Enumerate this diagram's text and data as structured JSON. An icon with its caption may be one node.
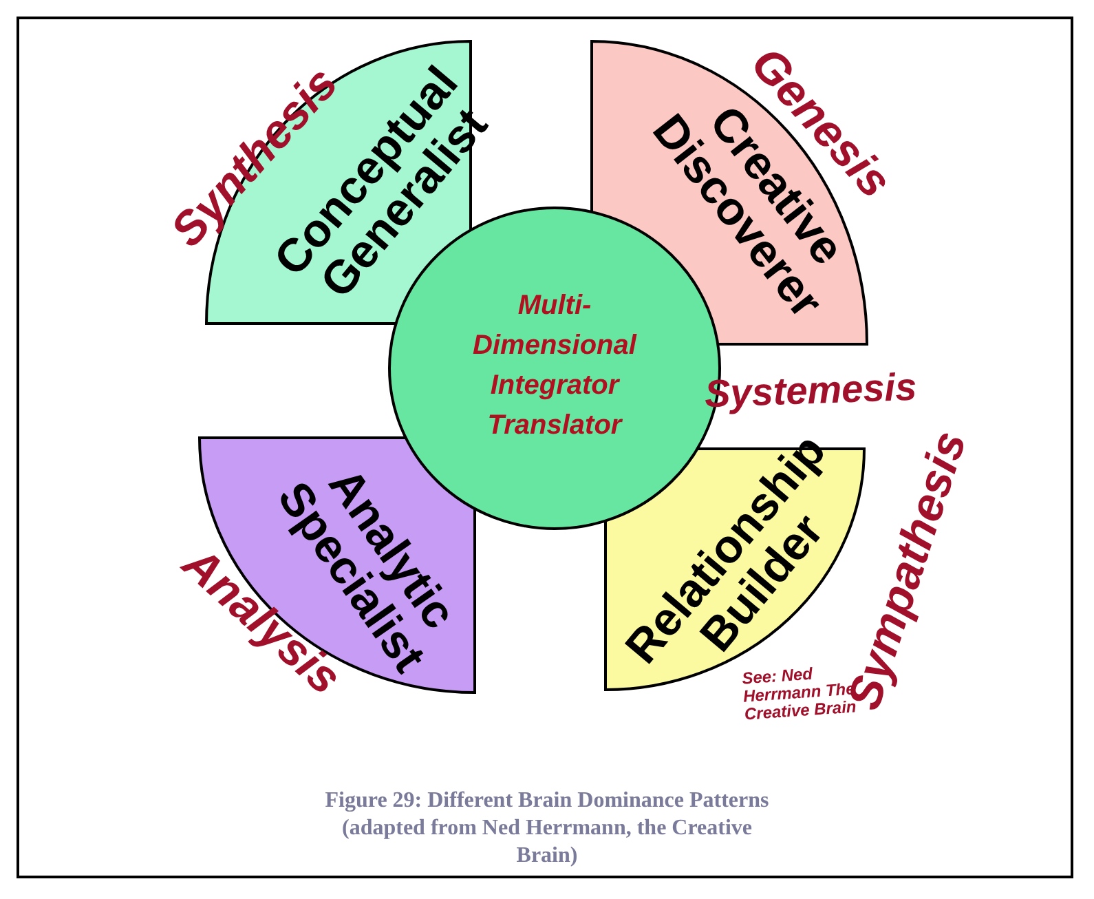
{
  "diagram": {
    "caption": "Figure 29: Different Brain Dominance Patterns (adapted from Ned Herrmann, the Creative Brain)",
    "nodes": [
      {
        "text": [
          "Conceptual Generalist"
        ]
      },
      {
        "text": [
          "Creative Discoverer"
        ]
      },
      {
        "text": [
          "Analytic Specialist"
        ]
      },
      {
        "text": [
          "Relationship Builder"
        ]
      },
      {
        "text": [
          "Multi-Dimensional Integrator Translator"
        ]
      }
    ],
    "labels": [
      "Synthesis",
      "Genesis",
      "Systemesis",
      "Analysis",
      "Sympathesis",
      "See: Ned Herrmann The Creative Brain"
    ]
  }
}
